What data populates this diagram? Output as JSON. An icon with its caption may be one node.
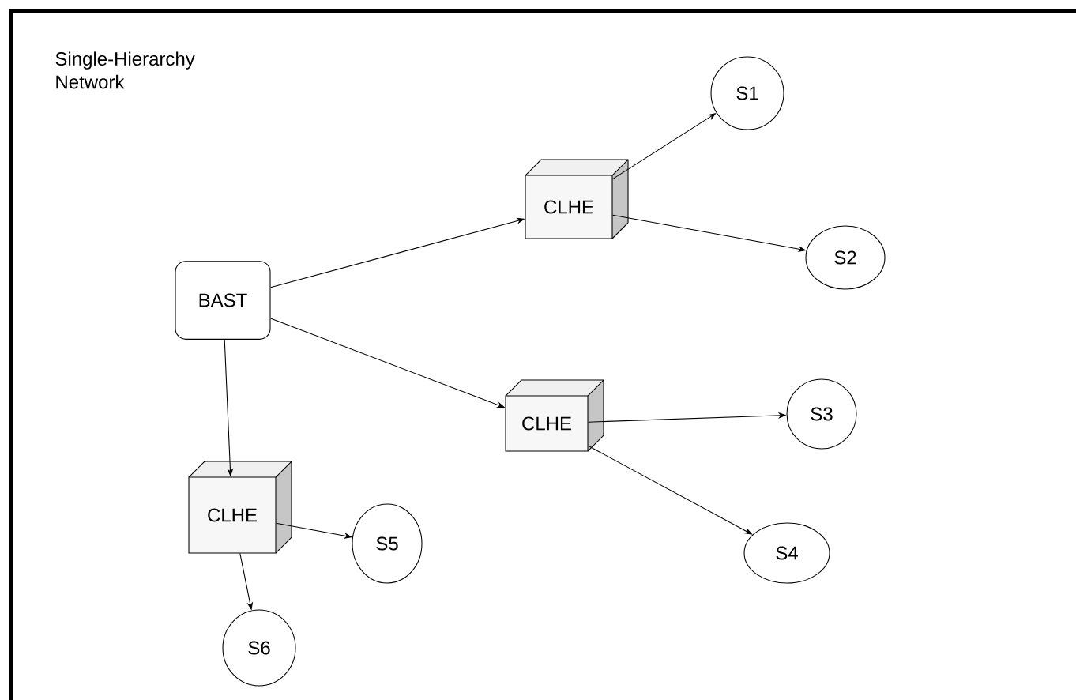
{
  "diagram": {
    "title": "Single-Hierarchy Network",
    "nodes": [
      {
        "text": [
          "BAST"
        ]
      },
      {
        "text": [
          "CLHE"
        ]
      },
      {
        "text": [
          "CLHE"
        ]
      },
      {
        "text": [
          "CLHE"
        ]
      },
      {
        "text": [
          "S1"
        ]
      },
      {
        "text": [
          "S2"
        ]
      },
      {
        "text": [
          "S3"
        ]
      },
      {
        "text": [
          "S4"
        ]
      },
      {
        "text": [
          "S5"
        ]
      },
      {
        "text": [
          "S6"
        ]
      }
    ],
    "edges": [
      {
        "from": 0,
        "to": 1,
        "arrow": "to"
      },
      {
        "from": 0,
        "to": 2,
        "arrow": "to"
      },
      {
        "from": 0,
        "to": 3,
        "arrow": "to"
      },
      {
        "from": 1,
        "to": 4,
        "arrow": "to"
      },
      {
        "from": 1,
        "to": 5,
        "arrow": "to"
      },
      {
        "from": 2,
        "to": 6,
        "arrow": "to"
      },
      {
        "from": 2,
        "to": 7,
        "arrow": "to"
      },
      {
        "from": 3,
        "to": 8,
        "arrow": "to"
      },
      {
        "from": 3,
        "to": 9,
        "arrow": "to"
      }
    ]
  }
}
